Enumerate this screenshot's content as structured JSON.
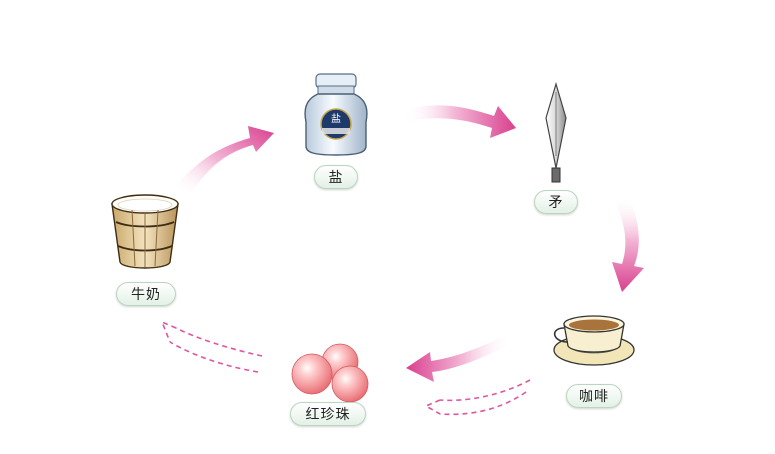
{
  "items": [
    {
      "id": "salt",
      "label": "盐",
      "jar_text": "盐"
    },
    {
      "id": "spear",
      "label": "矛"
    },
    {
      "id": "coffee",
      "label": "咖啡"
    },
    {
      "id": "pearls",
      "label": "红珍珠"
    },
    {
      "id": "milk",
      "label": "牛奶"
    }
  ],
  "colors": {
    "solid_arrow": "#e0559f",
    "dashed_arrow": "#e0559f",
    "label_bg": "#e3f1e6"
  }
}
